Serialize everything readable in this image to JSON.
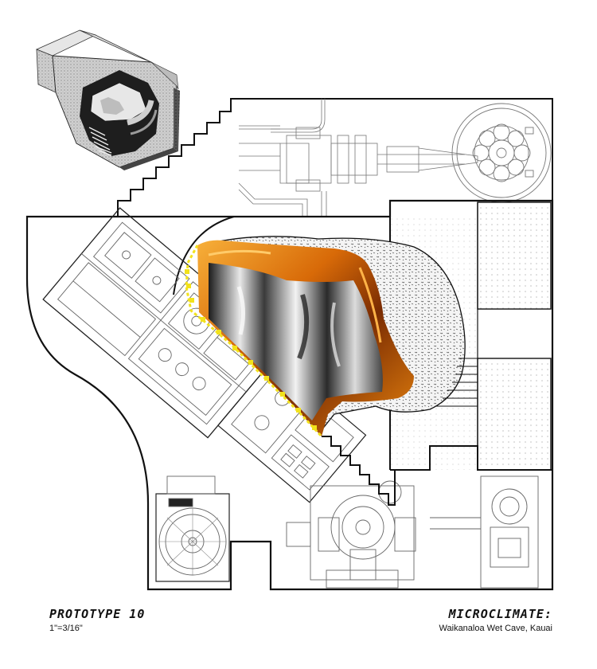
{
  "drawing": {
    "title": "PROTOTYPE 10",
    "scale": "1\"=3/16\"",
    "heading": "MICROCLIMATE:",
    "location": "Waikanaloa Wet Cave, Kauai"
  },
  "colors": {
    "ink": "#111111",
    "line_gray": "#8a8a8a",
    "accent_yellow": "#f2e21c",
    "amber": "#e07810",
    "dark_amber": "#6a2a02",
    "concrete": "#c9c9c9"
  },
  "icons": [
    "isometric-model-icon",
    "engine-block-icon",
    "flywheel-icon",
    "pump-icon",
    "rock-volume-icon",
    "piston-assembly-icon"
  ]
}
